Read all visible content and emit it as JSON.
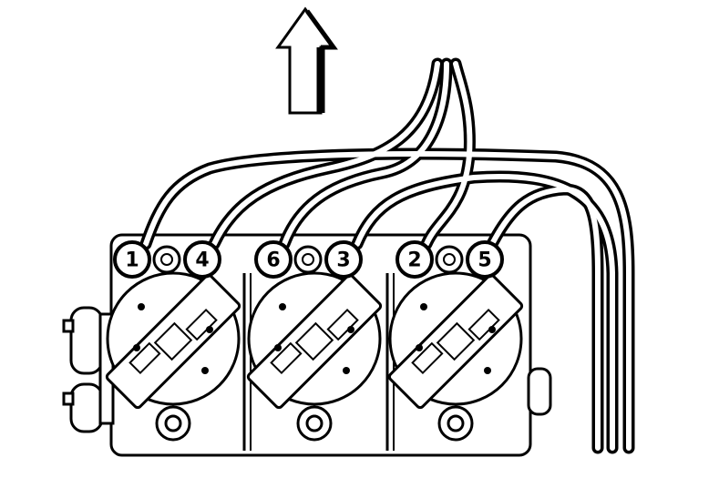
{
  "diagram": {
    "arrow_direction": "up",
    "line_color": "#000000",
    "background_color": "#ffffff",
    "coil_packs": [
      {
        "labels": [
          "1",
          "4"
        ]
      },
      {
        "labels": [
          "6",
          "3"
        ]
      },
      {
        "labels": [
          "2",
          "5"
        ]
      }
    ]
  }
}
